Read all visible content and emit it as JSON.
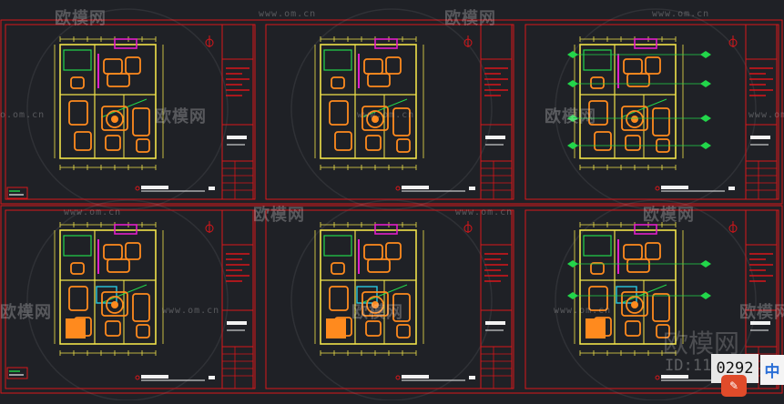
{
  "watermarks": {
    "brand": "欧模网",
    "url": "www.om.cn",
    "url_short": "o.om.cn",
    "big_brand": "欧模网",
    "id_text": "ID:1140292",
    "id_badge": "0292",
    "logo_text": "中"
  },
  "colors": {
    "background": "#1f2126",
    "frame": "#d8161a",
    "walls": "#f0e24a",
    "furniture": "#ff8a1e",
    "accent_green": "#22d64a",
    "accent_magenta": "#e21ec8",
    "accent_cyan": "#28c8e0",
    "text_white": "#f2f2f2"
  },
  "sheets": [
    {
      "name": "sheet-1"
    },
    {
      "name": "sheet-2"
    },
    {
      "name": "sheet-3",
      "section_markers": true
    },
    {
      "name": "sheet-4"
    },
    {
      "name": "sheet-5"
    },
    {
      "name": "sheet-6",
      "section_markers": true
    }
  ]
}
